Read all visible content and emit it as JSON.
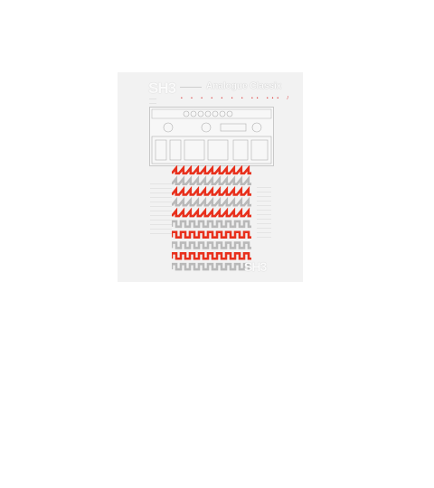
{
  "brand": {
    "logo": "SH3",
    "title": "Analogue Classix"
  },
  "colors": {
    "accent": "#e8301c",
    "muted": "#b9b9b9",
    "sheet": "#f2f2f2"
  },
  "pattern": {
    "rows": [
      "zigzag",
      "zigzag",
      "zigzag",
      "zigzag",
      "zigzag",
      "square",
      "square",
      "square",
      "square",
      "square"
    ]
  }
}
